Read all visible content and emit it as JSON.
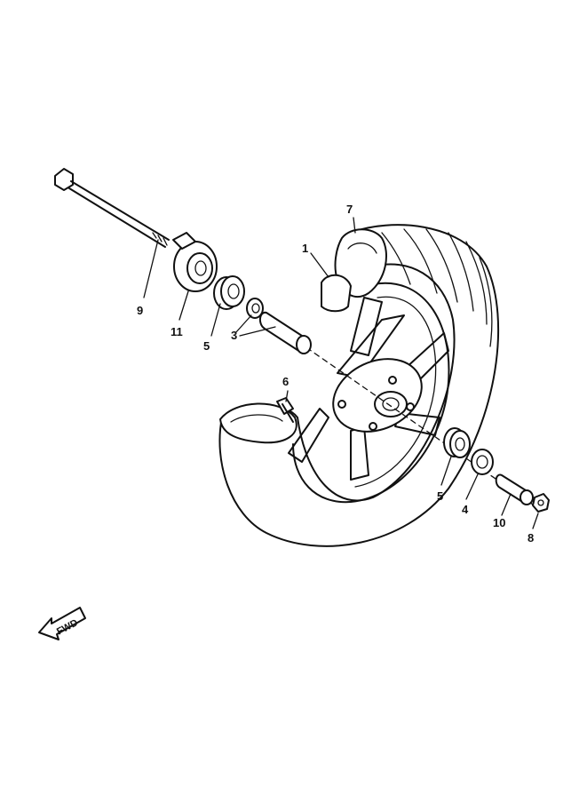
{
  "callouts": {
    "c1": "1",
    "c3": "3",
    "c4": "4",
    "c5a": "5",
    "c5b": "5",
    "c6": "6",
    "c7": "7",
    "c8": "8",
    "c9": "9",
    "c10": "10",
    "c11": "11"
  },
  "fwd_label": "FWD",
  "colors": {
    "line": "#111111",
    "background": "#ffffff"
  }
}
